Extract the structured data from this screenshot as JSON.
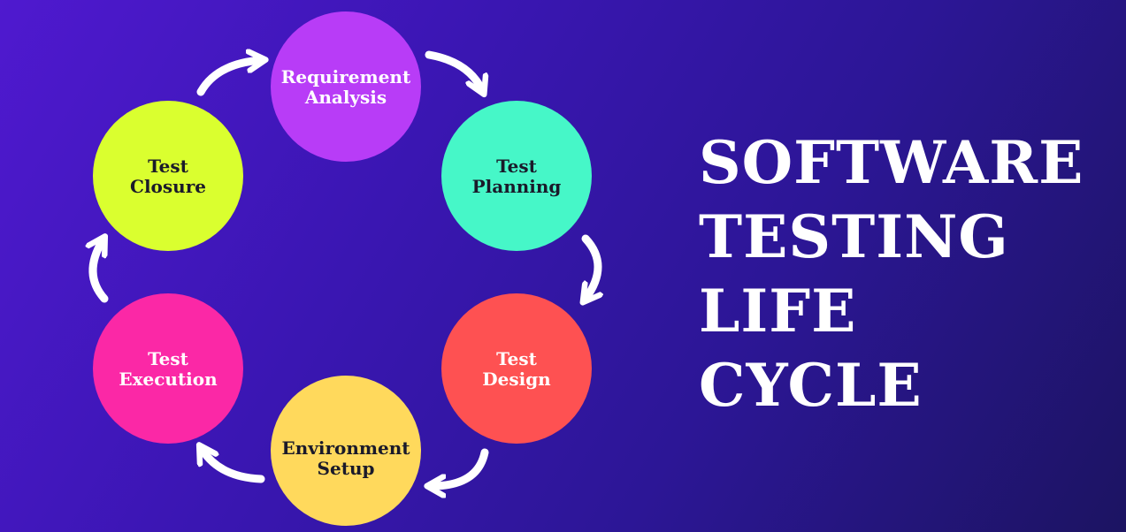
{
  "phases": [
    {
      "lines": [
        "Requirement",
        "Analysis"
      ],
      "color": "#b83cf7"
    },
    {
      "lines": [
        "Test",
        "Planning"
      ],
      "color": "#46f7c8"
    },
    {
      "lines": [
        "Test",
        "Design"
      ],
      "color": "#fe5152"
    },
    {
      "lines": [
        "Environment",
        "Setup"
      ],
      "color": "#ffd95c"
    },
    {
      "lines": [
        "Test",
        "Execution"
      ],
      "color": "#fb28a6"
    },
    {
      "lines": [
        "Test",
        "Closure"
      ],
      "color": "#daff2f"
    }
  ],
  "title": {
    "lines": [
      "SOFTWARE",
      "TESTING",
      "LIFE",
      "CYCLE"
    ]
  },
  "colors": {
    "arrow": "#ffffff",
    "text_light": "#ffffff",
    "text_dark": "#1a1a2a"
  }
}
